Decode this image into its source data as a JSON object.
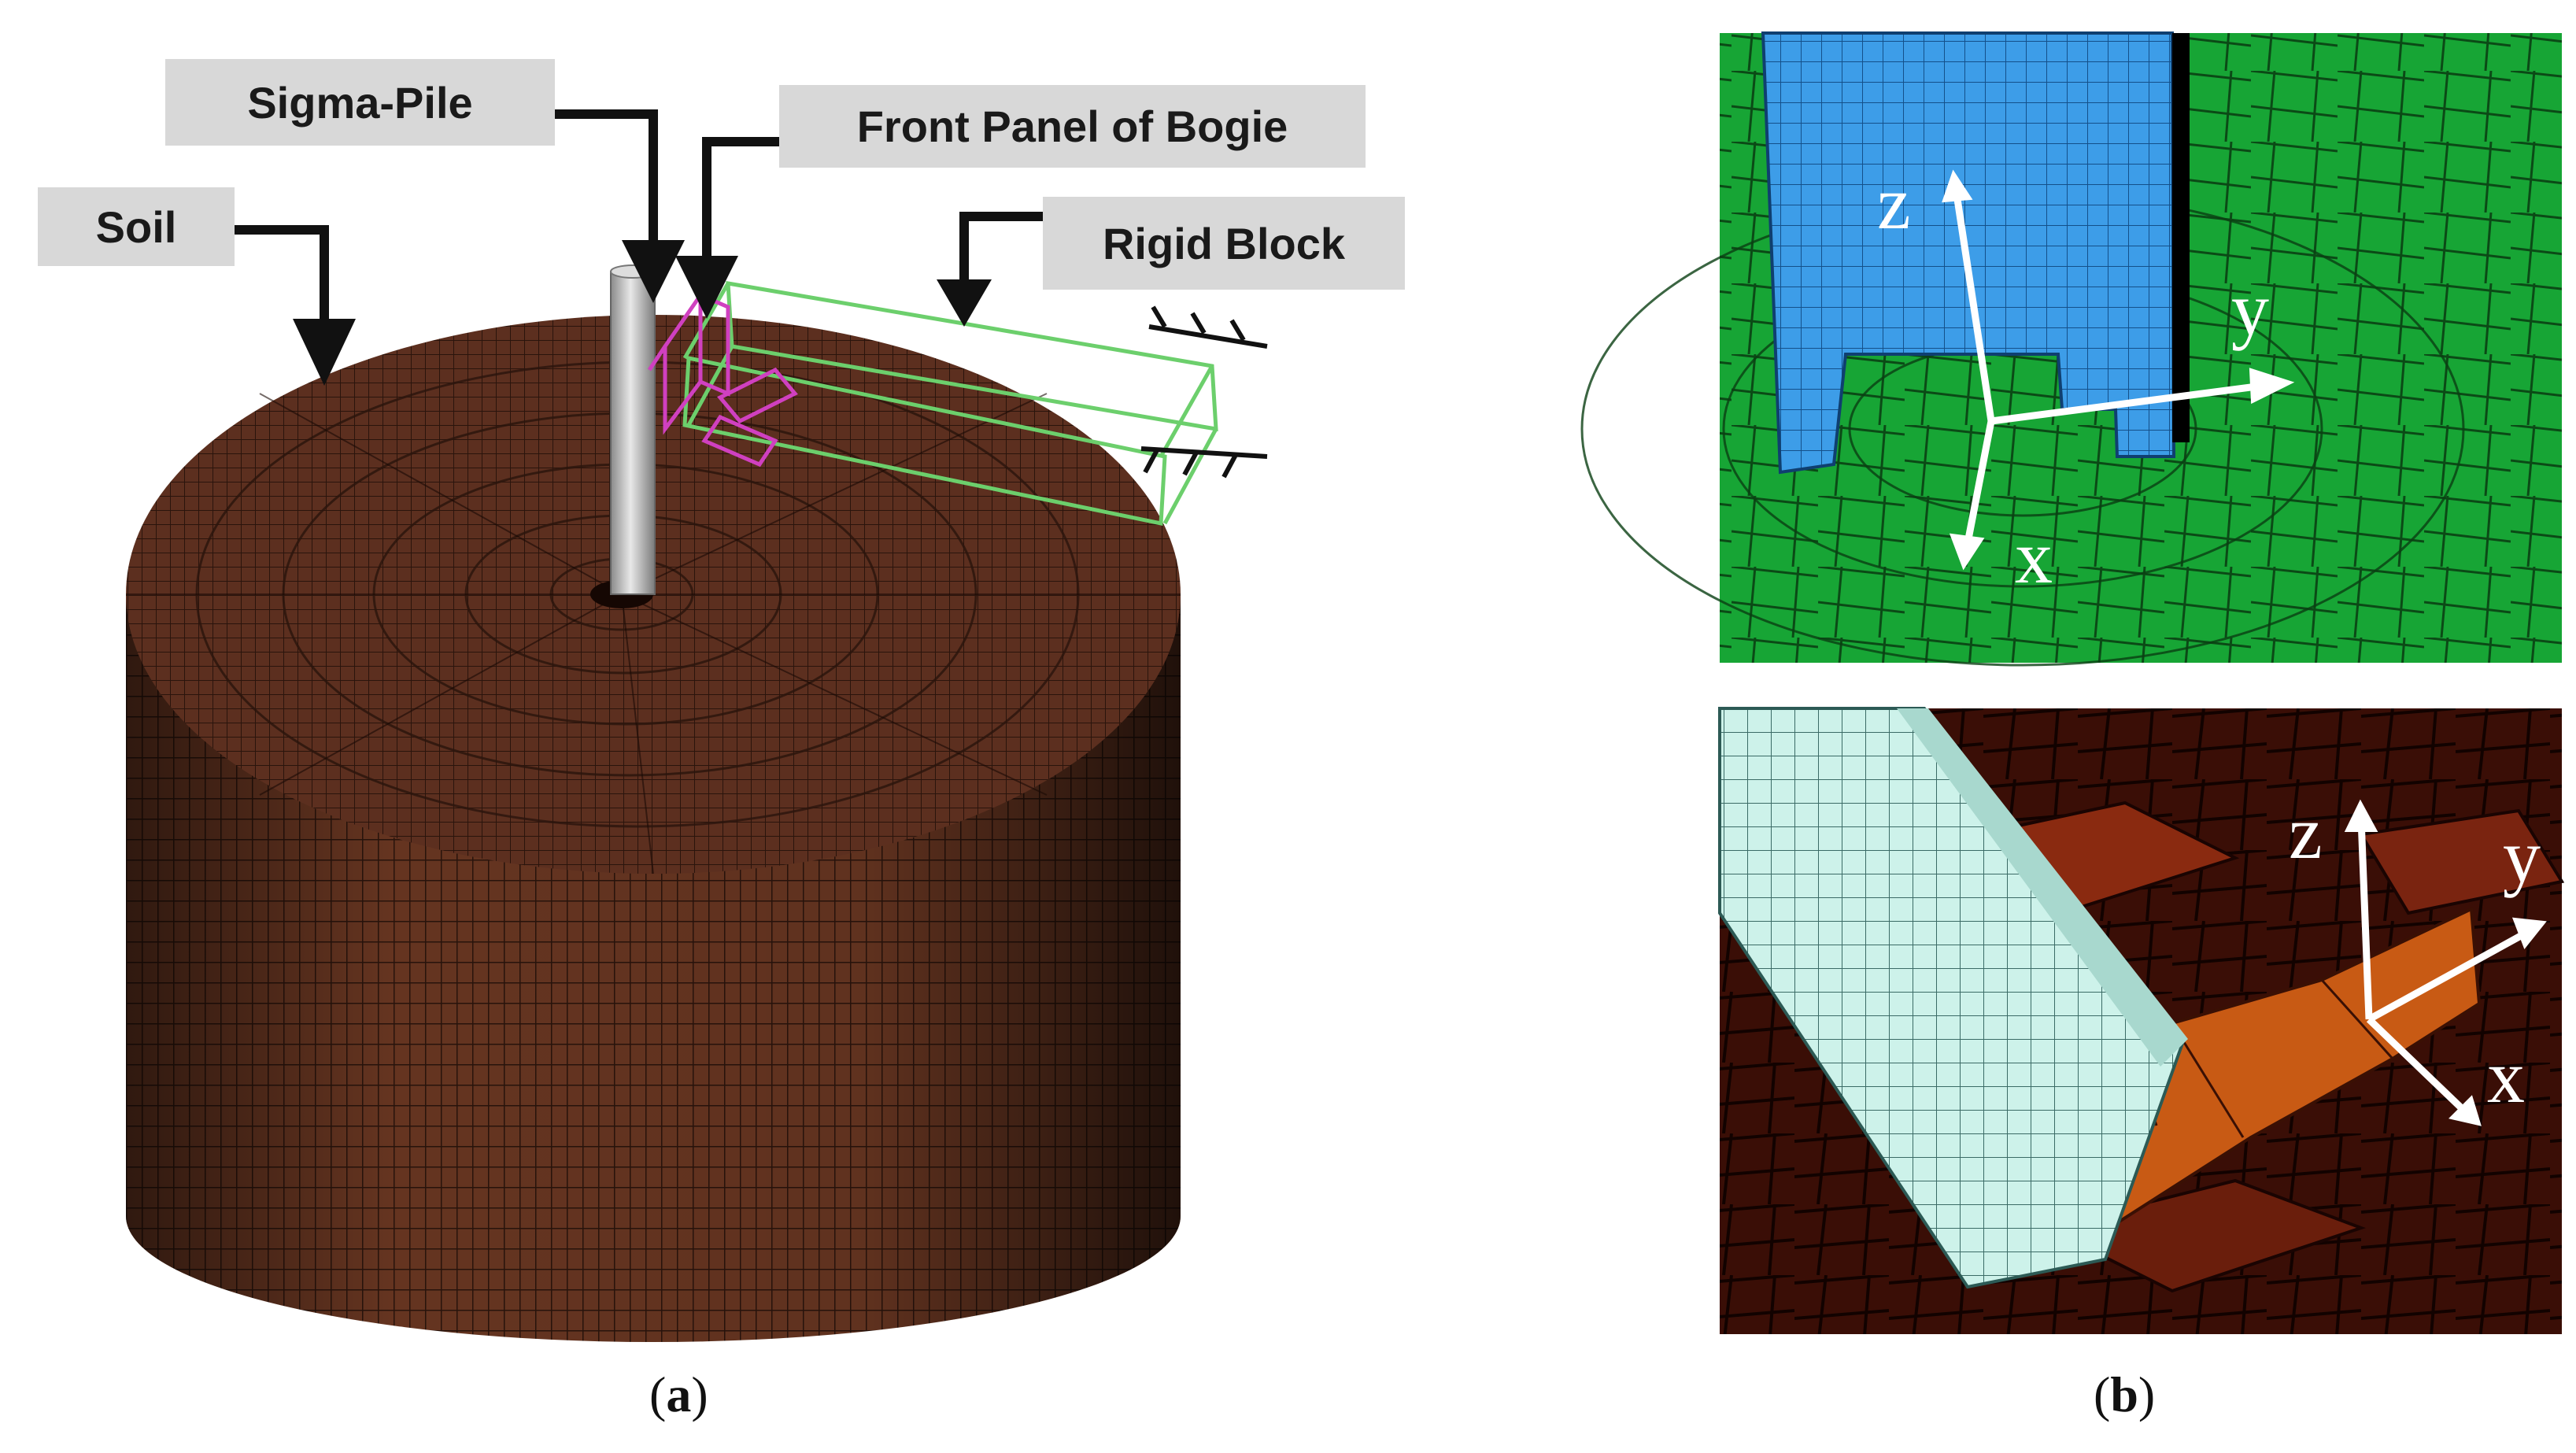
{
  "panel_a": {
    "labels": {
      "soil": "Soil",
      "sigma_pile": "Sigma-Pile",
      "front_panel": "Front Panel of Bogie",
      "rigid_block": "Rigid Block"
    },
    "caption_open": "(",
    "caption_letter": "a",
    "caption_close": ")",
    "colors": {
      "soil": "#5a2f1e",
      "pile": "#c8c8c8",
      "bogie": "#d040c0",
      "block": "#6ccf6c"
    }
  },
  "panel_b": {
    "top_axes": {
      "z": "z",
      "y": "y",
      "x": "x"
    },
    "bottom_axes": {
      "z": "z",
      "y": "y",
      "x": "x"
    },
    "caption_open": "(",
    "caption_letter": "b",
    "caption_close": ")",
    "colors": {
      "top_bg": "#16a332",
      "top_pile": "#3a9ae8",
      "bottom_bg": "#2a0804",
      "bottom_pile": "#c9f0e8",
      "bottom_panel": "#c85a14"
    }
  }
}
